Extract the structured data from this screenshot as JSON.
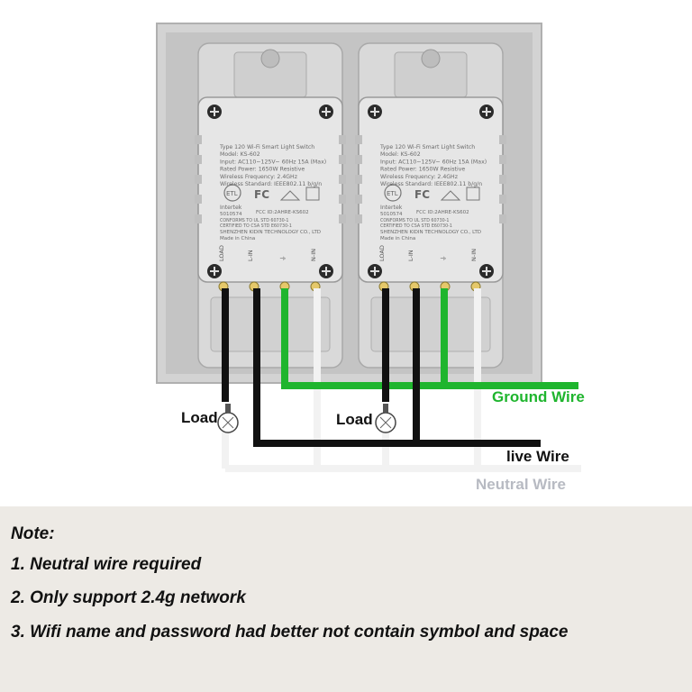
{
  "colors": {
    "ground": "#1fb52e",
    "live": "#111111",
    "neutral": "#f2f2f2",
    "neutral_text": "#b7bac2",
    "plate": "#c9c9c9",
    "module": "#e6e6e6",
    "note_bg": "#edeae5"
  },
  "diagram": {
    "labels": {
      "ground": "Ground Wire",
      "live": "live Wire",
      "neutral": "Neutral Wire",
      "load_left": "Load",
      "load_right": "Load"
    },
    "switches": [
      {
        "spec_lines": [
          "Type 120 Wi-Fi Smart Light Switch",
          "Model: KS-602",
          "Input: AC110~125V~ 60Hz 15A (Max)",
          "Rated Power: 1650W   Resistive",
          "Wireless Frequency: 2.4GHz",
          "Wireless Standard: IEEE802.11 b/g/n"
        ],
        "cert_mark": "ETL",
        "fcc_mark": "FC",
        "intertek": "Intertek",
        "listing_no": "5010574",
        "fcc_id": "FCC ID:2AHRE-KS602",
        "conformity_1": "CONFORMS TO UL STD 60730-1",
        "conformity_2": "CERTIFIED TO CSA STD E60730-1",
        "manufacturer": "SHENZHEN KIDIN TECHNOLOGY CO., LTD",
        "origin": "Made in China",
        "terminals": [
          "LOAD",
          "L-IN",
          "⏚",
          "N-IN"
        ]
      },
      {
        "spec_lines": [
          "Type 120 Wi-Fi Smart Light Switch",
          "Model: KS-602",
          "Input: AC110~125V~ 60Hz 15A (Max)",
          "Rated Power: 1650W   Resistive",
          "Wireless Frequency: 2.4GHz",
          "Wireless Standard: IEEE802.11 b/g/n"
        ],
        "cert_mark": "ETL",
        "fcc_mark": "FC",
        "intertek": "Intertek",
        "listing_no": "5010574",
        "fcc_id": "FCC ID:2AHRE-KS602",
        "conformity_1": "CONFORMS TO UL STD 60730-1",
        "conformity_2": "CERTIFIED TO CSA STD E60730-1",
        "manufacturer": "SHENZHEN KIDIN TECHNOLOGY CO., LTD",
        "origin": "Made in China",
        "terminals": [
          "LOAD",
          "L-IN",
          "⏚",
          "N-IN"
        ]
      }
    ]
  },
  "notes": {
    "title": "Note:",
    "items": [
      "1. Neutral wire required",
      "2. Only support 2.4g network",
      "3. Wifi name and password had better not contain symbol and space"
    ]
  }
}
